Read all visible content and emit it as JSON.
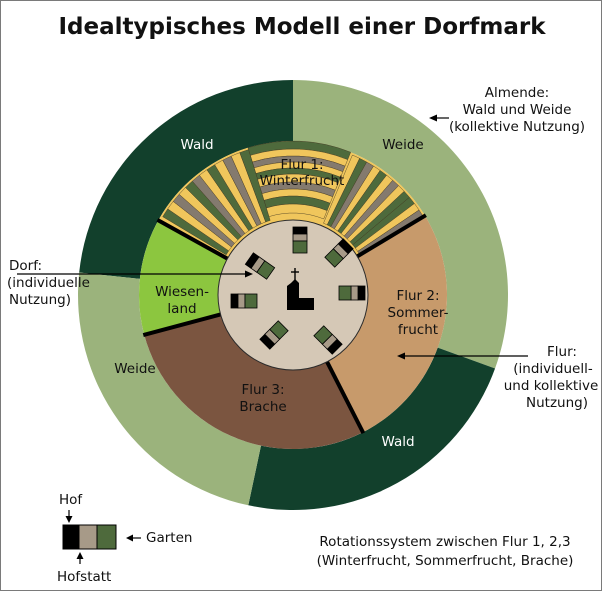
{
  "title": "Idealtypisches Modell einer Dorfmark",
  "rings": {
    "outer_labels": {
      "wald_top": "Wald",
      "weide_top": "Weide",
      "weide_left": "Weide",
      "wald_bottom": "Wald"
    },
    "flur1": [
      "Flur 1:",
      "Winterfrucht"
    ],
    "flur2": [
      "Flur 2:",
      "Sommer-",
      "frucht"
    ],
    "flur3": [
      "Flur 3:",
      "Brache"
    ],
    "wiesenland": [
      "Wiesen-",
      "land"
    ]
  },
  "annotations": {
    "almende": [
      "Almende:",
      "Wald und Weide",
      "(kollektive Nutzung)"
    ],
    "dorf": [
      "Dorf:",
      "(individuelle",
      "Nutzung)"
    ],
    "flur": [
      "Flur:",
      "(individuell-",
      "und kollektive",
      "Nutzung)"
    ]
  },
  "legend": {
    "hof": "Hof",
    "garten": "Garten",
    "hofstatt": "Hofstatt"
  },
  "footnote": [
    "Rotationssystem zwischen Flur 1, 2,3",
    "(Winterfrucht, Sommerfrucht, Brache)"
  ],
  "colors": {
    "wald": "#12402c",
    "weide": "#9bb37c",
    "wiese": "#8cc63f",
    "sommer": "#c79a6b",
    "brache": "#7b5540",
    "dorf": "#d5c8b6",
    "strip_yellow": "#f0c65c",
    "strip_gray": "#847a6e",
    "strip_green": "#4e6a3c"
  }
}
